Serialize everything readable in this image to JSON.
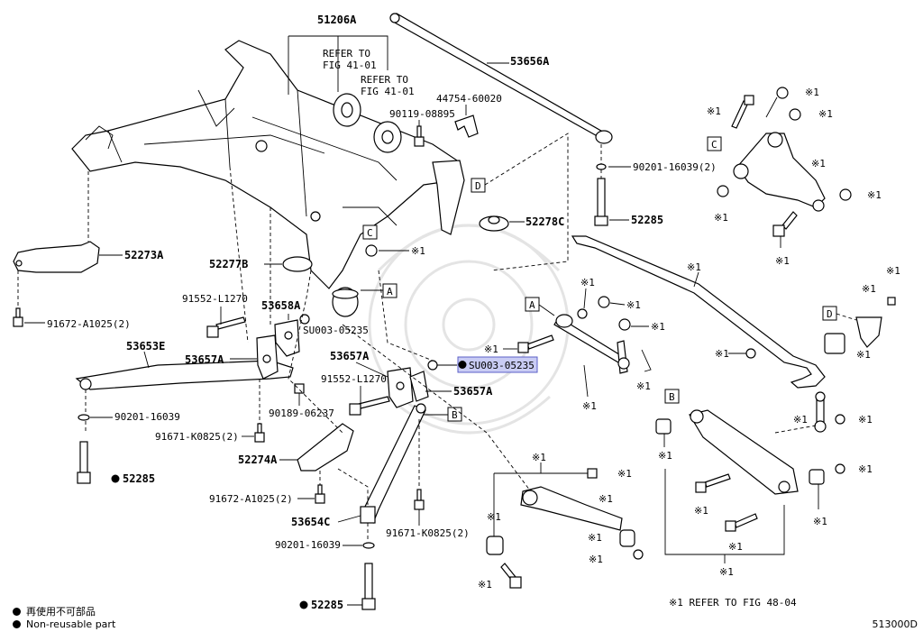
{
  "parts": {
    "p51206A": "51206A",
    "ref1": "REFER TO\nFIG 41-01",
    "ref2": "REFER TO\nFIG 41-01",
    "p53656A": "53656A",
    "p90119": "90119-08895",
    "p44754": "44754-60020",
    "p90201_2": "90201-16039(2)",
    "p52278C": "52278C",
    "p52285_r": "52285",
    "p52273A": "52273A",
    "p52277B": "52277B",
    "p91552a": "91552-L1270",
    "p53658A": "53658A",
    "pSU_l": "SU003-05235",
    "p91672_2": "91672-A1025(2)",
    "p53653E": "53653E",
    "p53657A_l": "53657A",
    "p53657A_m": "53657A",
    "p53657A_r": "53657A",
    "pSU_hl": "SU003-05235",
    "p91552b": "91552-L1270",
    "p90189": "90189-06237",
    "p90201_l": "90201-16039",
    "p91671_l": "91671-K0825(2)",
    "p52274A": "52274A",
    "p52285_l": "52285",
    "p91672_b": "91672-A1025(2)",
    "p53654C": "53654C",
    "p90201_b": "90201-16039",
    "p91671_b": "91671-K0825(2)",
    "p52285_b": "52285"
  },
  "marks": {
    "x1": "※1"
  },
  "boxes": {
    "A": "A",
    "B": "B",
    "C": "C",
    "D": "D"
  },
  "legend": {
    "line1": "再使用不可部品",
    "line2": "Non-reusable part"
  },
  "refer_note": "※1 REFER TO FIG 48-04",
  "figure_code": "513000D",
  "colors": {
    "highlight": "#c9ccf4",
    "highlight_border": "#5b5fc7"
  }
}
